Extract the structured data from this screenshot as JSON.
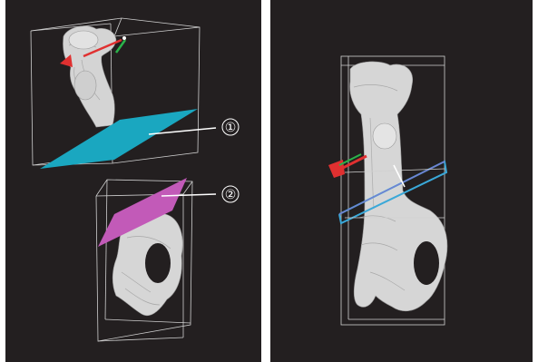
{
  "panels": [
    {
      "id": "left",
      "callouts": [
        {
          "label": "①"
        },
        {
          "label": "②"
        }
      ]
    },
    {
      "id": "right",
      "callouts": []
    }
  ],
  "colors": {
    "background": "#231f20",
    "bone": "#d8d8d8",
    "bone_shadow": "#9a9a9a",
    "plane_cyan": "#1aa7c0",
    "plane_magenta": "#c25ab8",
    "bbox_line": "#d0d0d0",
    "axis_red": "#e03030",
    "axis_green": "#2bb34a",
    "cut_outline": "#3aa8d8",
    "callout_line": "#ffffff"
  },
  "icons": [
    "gizmo-axis-icon",
    "callout-circle-icon"
  ]
}
